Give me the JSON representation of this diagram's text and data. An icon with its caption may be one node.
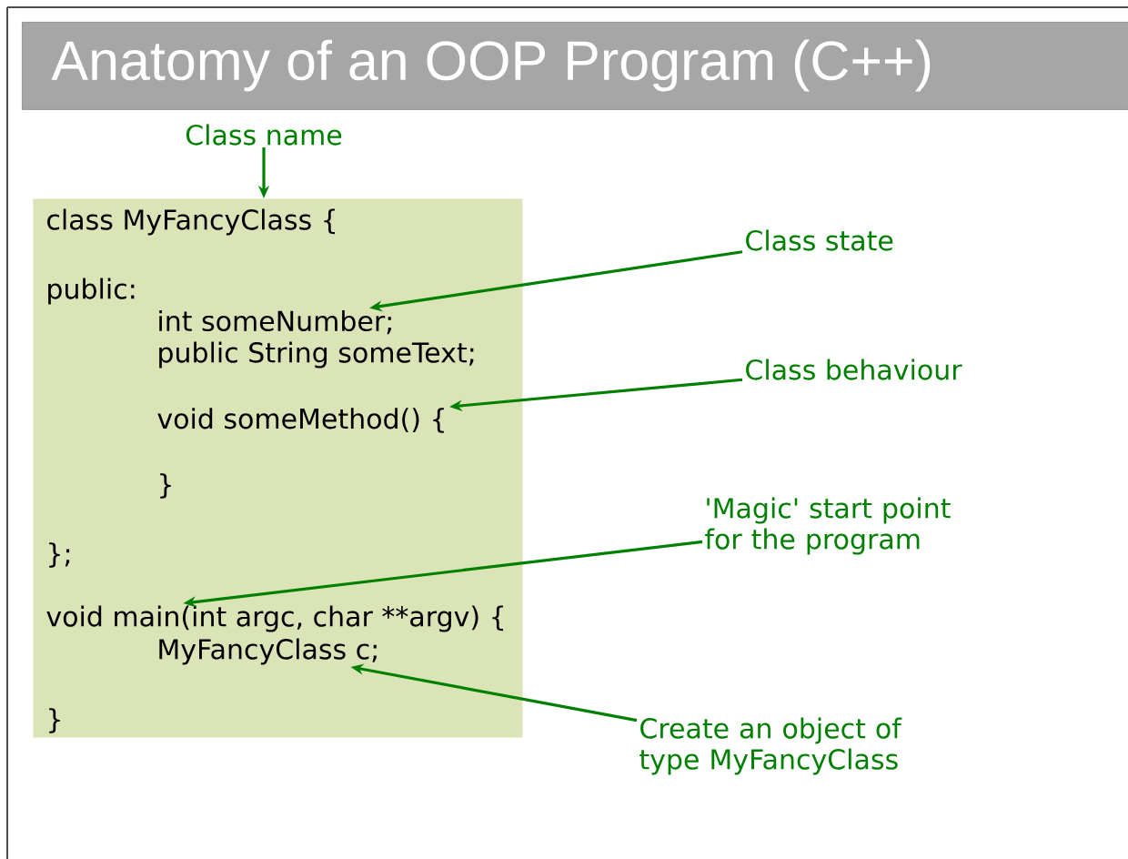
{
  "diagram": {
    "title": "Anatomy of an OOP Program (C++)",
    "nodes": [
      {
        "text": [
          "Class name"
        ]
      },
      {
        "text": [],
        "shape": "box"
      },
      {
        "text": [
          "class MyFancyClass {"
        ],
        "in": 1
      },
      {
        "text": [
          "public:"
        ],
        "in": 1
      },
      {
        "text": [
          "int someNumber;"
        ],
        "in": 1
      },
      {
        "text": [
          "public String someText;"
        ],
        "in": 1
      },
      {
        "text": [
          "void someMethod() {"
        ],
        "in": 1
      },
      {
        "text": [
          "}"
        ],
        "in": 1
      },
      {
        "text": [
          "};"
        ],
        "in": 1
      },
      {
        "text": [
          "void main(int argc, char **argv) {"
        ],
        "in": 1
      },
      {
        "text": [
          "MyFancyClass c;"
        ],
        "in": 1
      },
      {
        "text": [
          "}"
        ],
        "in": 1
      },
      {
        "text": [
          "Class state"
        ]
      },
      {
        "text": [
          "Class behaviour"
        ]
      },
      {
        "text": [
          "'Magic' start point for the program"
        ]
      },
      {
        "text": [
          "Create an object of type MyFancyClass"
        ]
      }
    ],
    "edges": [
      {
        "from": 0,
        "to": 1,
        "arrow": "to"
      },
      {
        "from": 12,
        "to": 4,
        "arrow": "to"
      },
      {
        "from": 13,
        "to": 6,
        "arrow": "to"
      },
      {
        "from": 14,
        "to": 9,
        "arrow": "to"
      },
      {
        "from": 15,
        "to": 10,
        "arrow": "to"
      }
    ]
  }
}
